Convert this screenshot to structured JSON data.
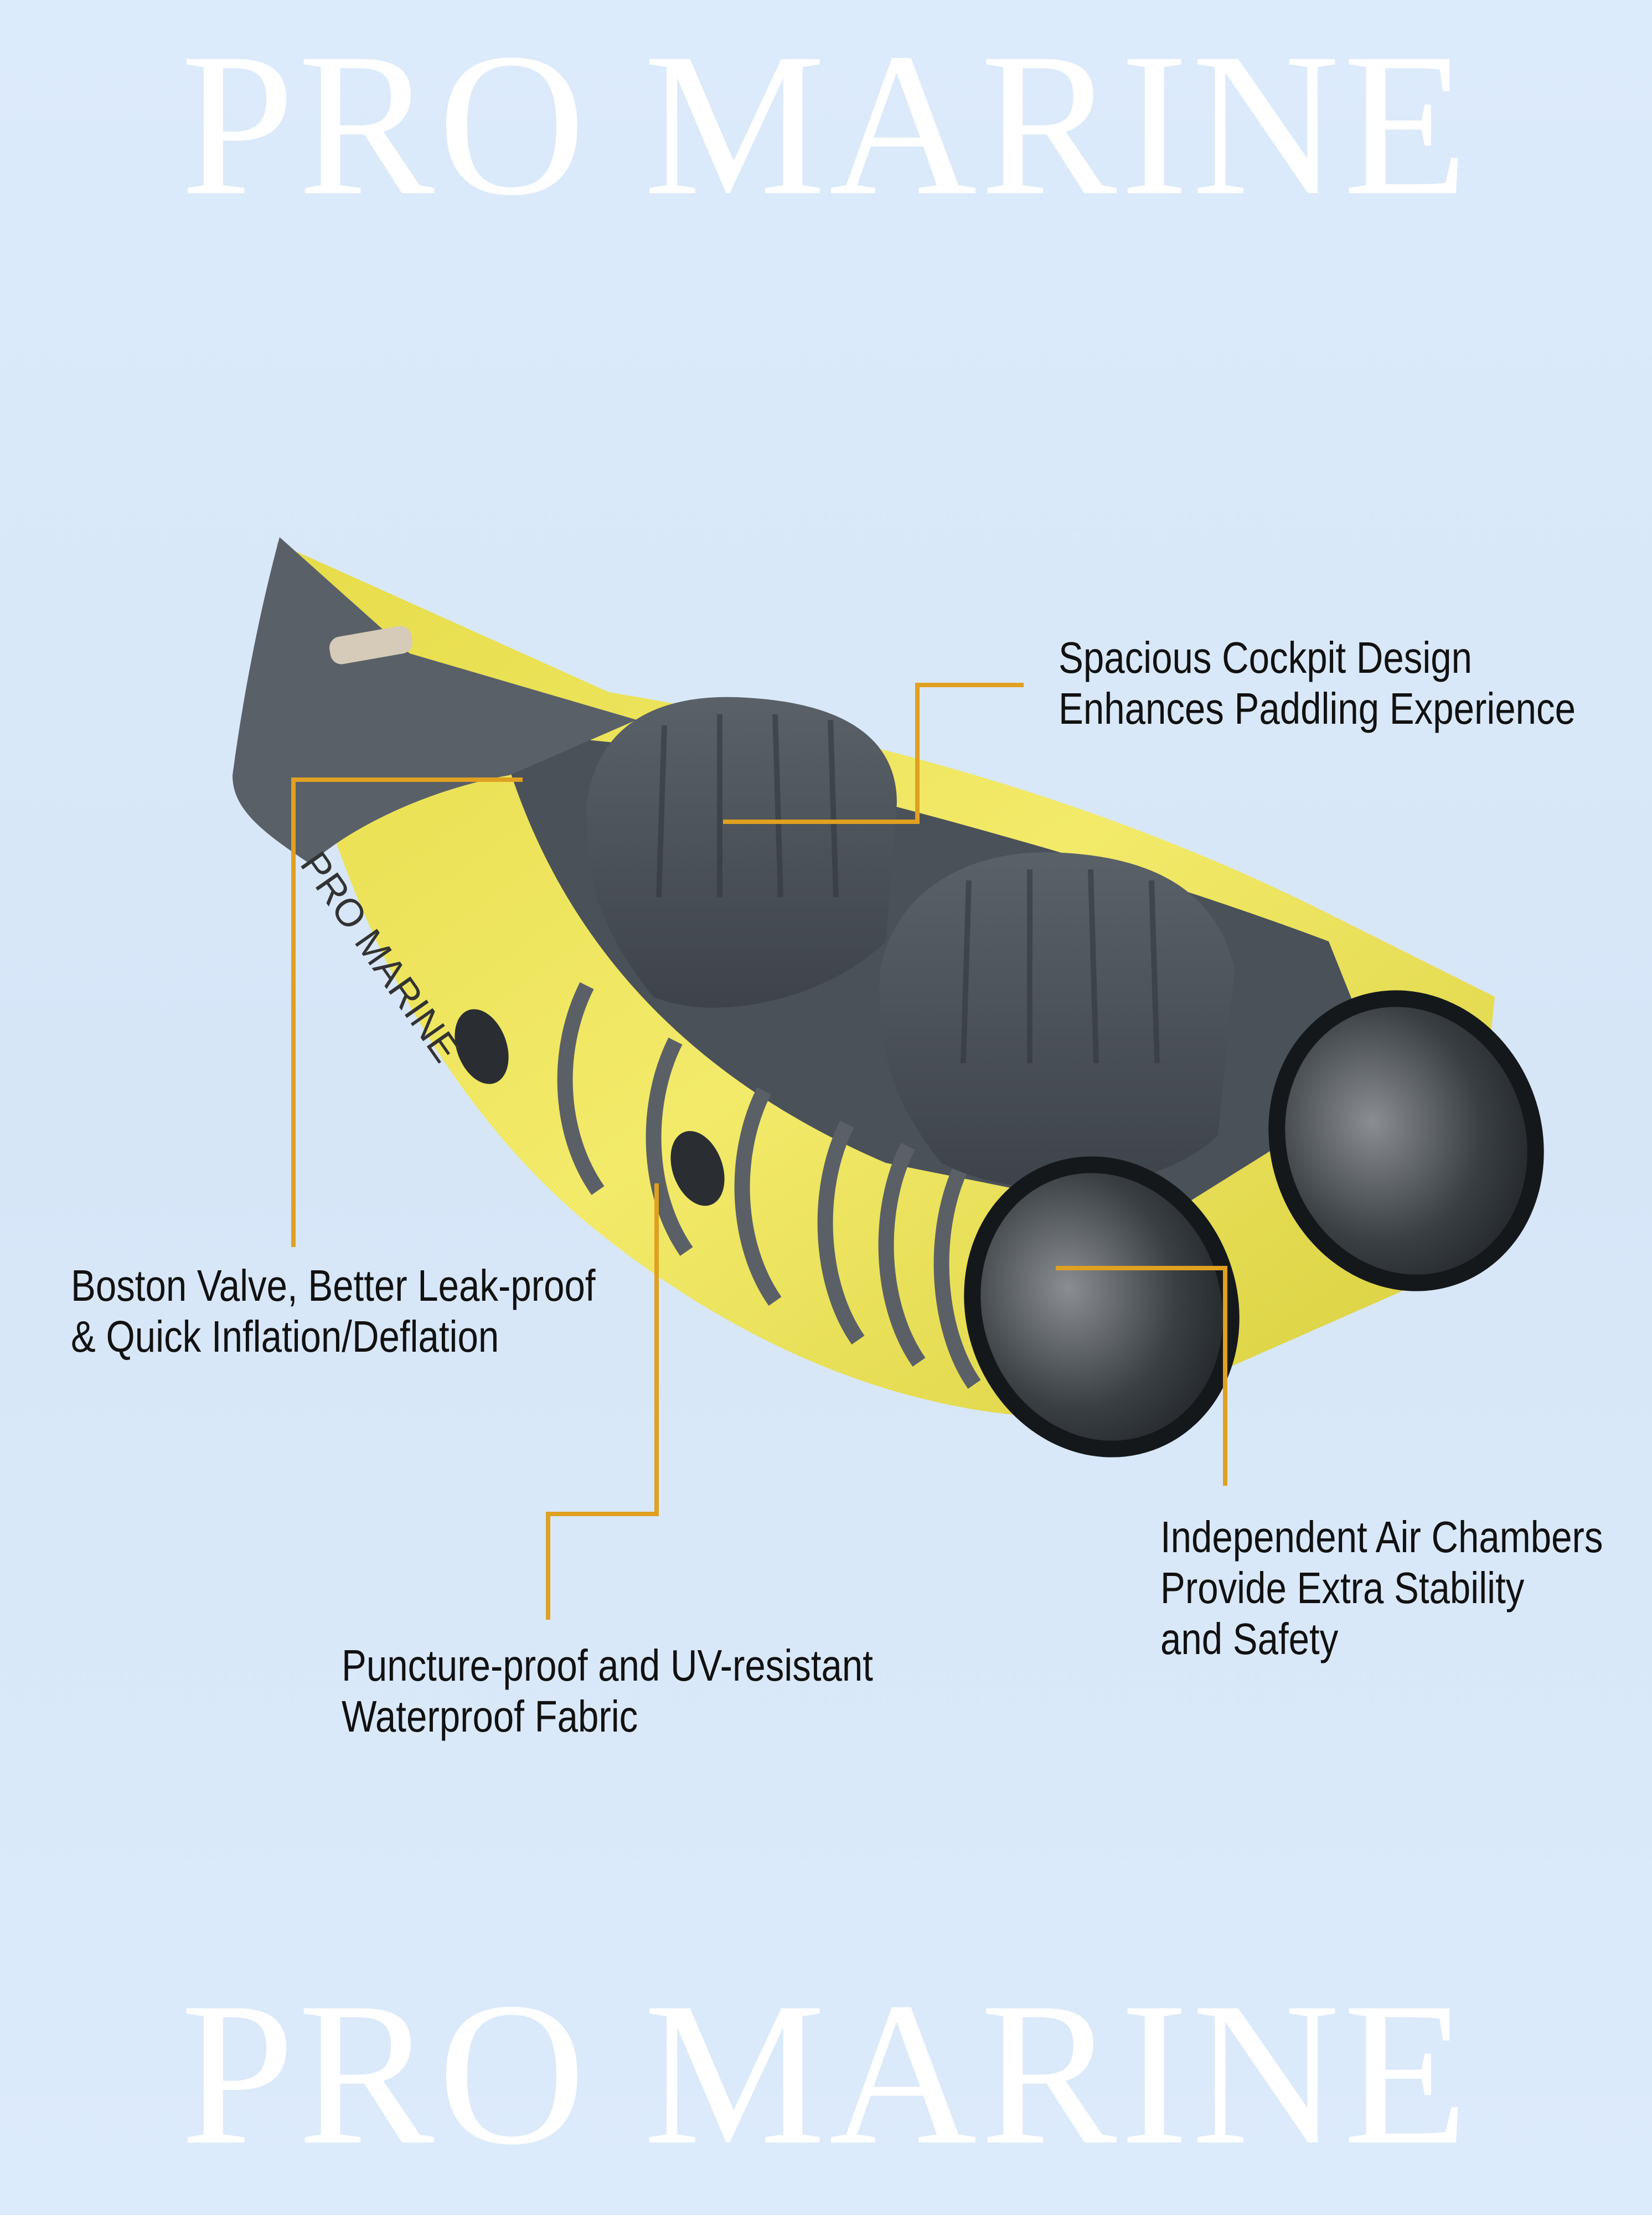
{
  "brand": {
    "top_text": "PRO MARINE",
    "bottom_text": "PRO MARINE",
    "hull_text": "PRO MARINE"
  },
  "colors": {
    "background": "#d9e8f8",
    "leader_line": "#e0a020",
    "hull_yellow": "#efe35a",
    "hull_gray": "#4a5158"
  },
  "callouts": [
    {
      "id": "cockpit",
      "lines": [
        "Spacious Cockpit Design",
        "Enhances Paddling Experience"
      ]
    },
    {
      "id": "valve",
      "lines": [
        "Boston Valve, Better Leak-proof",
        "& Quick Inflation/Deflation"
      ]
    },
    {
      "id": "fabric",
      "lines": [
        "Puncture-proof and UV-resistant",
        "Waterproof Fabric"
      ]
    },
    {
      "id": "chambers",
      "lines": [
        "Independent Air Chambers",
        "Provide Extra Stability",
        "and Safety"
      ]
    }
  ]
}
